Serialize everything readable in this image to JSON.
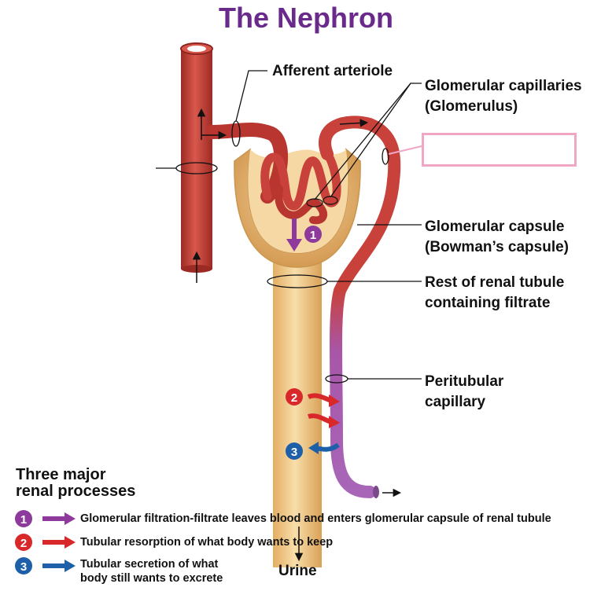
{
  "title": "The Nephron",
  "labels": {
    "afferent": "Afferent arteriole",
    "glomerular_caps_1": "Glomerular capillaries",
    "glomerular_caps_2": "(Glomerulus)",
    "capsule_1": "Glomerular capsule",
    "capsule_2": "(Bowman’s capsule)",
    "rest_1": "Rest of renal tubule",
    "rest_2": "containing filtrate",
    "peri_1": "Peritubular",
    "peri_2": "capillary",
    "urine": "Urine"
  },
  "processes": {
    "heading_1": "Three major",
    "heading_2": "renal processes",
    "items": [
      {
        "num": "1",
        "color": "#8e3a9c",
        "text_1": "Glomerular filtration-filtrate leaves blood and enters glomerular capsule of renal tubule",
        "text_2": ""
      },
      {
        "num": "2",
        "color": "#d8282a",
        "text_1": "Tubular resorption of what body wants to keep",
        "text_2": ""
      },
      {
        "num": "3",
        "color": "#1d5fa8",
        "text_1": "Tubular secretion of what",
        "text_2": "body still wants to excrete"
      }
    ]
  },
  "colors": {
    "vessel": "#c8413a",
    "vessel_dark": "#8f2520",
    "tubule": "#f1c98a",
    "tubule_dark": "#c99650",
    "title": "#6a2a8c",
    "blank_box_border": "#f0a7c6"
  }
}
